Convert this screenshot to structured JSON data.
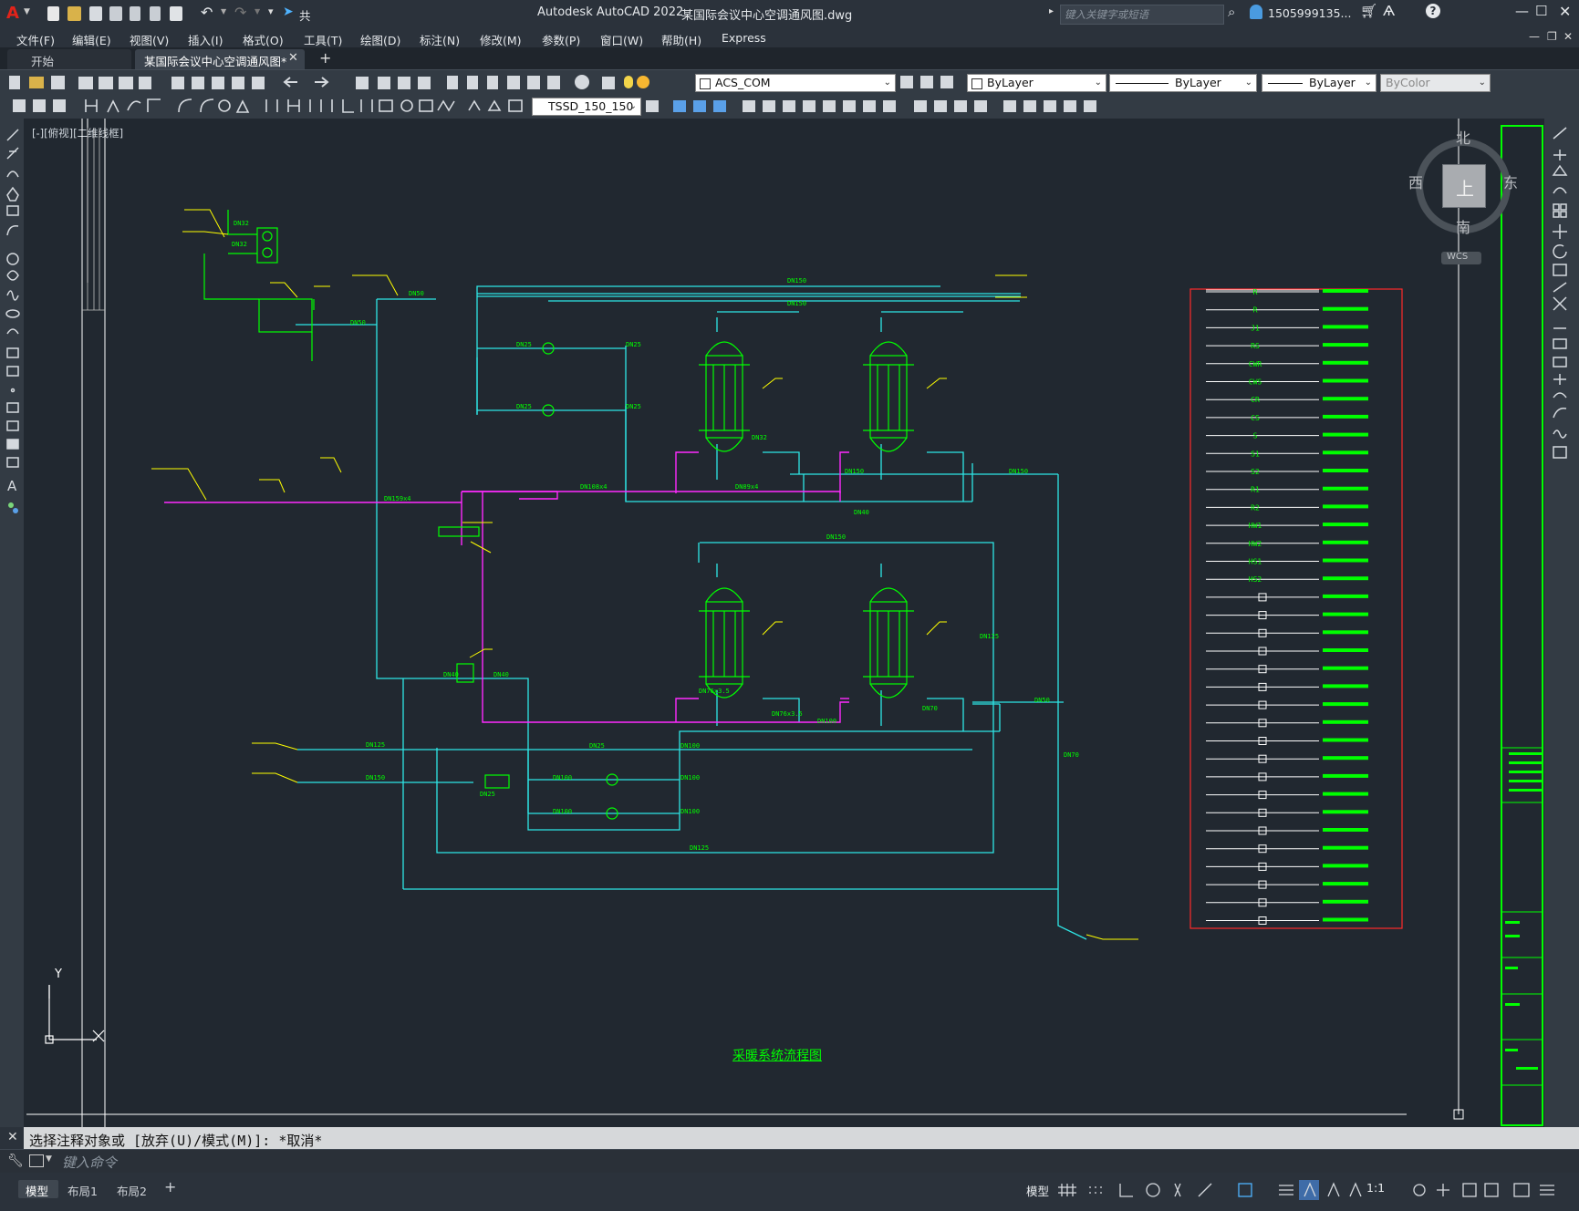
{
  "app": {
    "title": "Autodesk AutoCAD 2022",
    "document": "某国际会议中心空调通风图.dwg",
    "share_label": "共享",
    "search_placeholder": "键入关键字或短语",
    "user": "1505999135...",
    "logo": "A"
  },
  "menu": [
    "文件(F)",
    "编辑(E)",
    "视图(V)",
    "插入(I)",
    "格式(O)",
    "工具(T)",
    "绘图(D)",
    "标注(N)",
    "修改(M)",
    "参数(P)",
    "窗口(W)",
    "帮助(H)",
    "Express"
  ],
  "tabs": [
    {
      "label": "开始",
      "active": false
    },
    {
      "label": "某国际会议中心空调通风图*",
      "active": true
    }
  ],
  "toolbar": {
    "layer": "ACS_COM",
    "color": "ByLayer",
    "linetype": "ByLayer",
    "lineweight": "ByLayer",
    "plotstyle": "ByColor",
    "dimstyle": "TSSD_150_150"
  },
  "viewport": {
    "label": "[-][俯视][二维线框]",
    "viewcube": {
      "north": "北",
      "south": "南",
      "east": "东",
      "west": "西",
      "top": "上",
      "wcs": "WCS"
    },
    "ucs": {
      "x": "X",
      "y": "Y"
    }
  },
  "drawing": {
    "title": "采暖系统流程图",
    "pipe_labels": [
      "DN150",
      "DN150",
      "DN50",
      "DN50",
      "DN32",
      "DN32",
      "DN32",
      "DN25",
      "DN25",
      "DN25",
      "DN25",
      "DN150",
      "DN150",
      "DN40",
      "DN40",
      "DN40",
      "DN25",
      "DN25",
      "DN100",
      "DN100",
      "DN100",
      "DN100",
      "DN100",
      "DN100",
      "DN125",
      "DN125",
      "DN150",
      "DN150",
      "DN159x4",
      "DN108x4",
      "DN89x4",
      "DN76x3.5",
      "DN76x3.5",
      "DN50",
      "DN70",
      "DN70",
      "DN125"
    ],
    "legend_codes": [
      "R",
      "R",
      "J1",
      "RS",
      "CWR",
      "CWS",
      "CR",
      "CS",
      "S",
      "S1",
      "S2",
      "R1",
      "R2",
      "HW1",
      "HW2",
      "HS1",
      "HS2"
    ]
  },
  "command": {
    "history": "选择注释对象或 [放弃(U)/模式(M)]: *取消*",
    "placeholder": "键入命令"
  },
  "status": {
    "layout_tabs": [
      "模型",
      "布局1",
      "布局2"
    ],
    "model_label": "模型",
    "scale": "1:1"
  }
}
